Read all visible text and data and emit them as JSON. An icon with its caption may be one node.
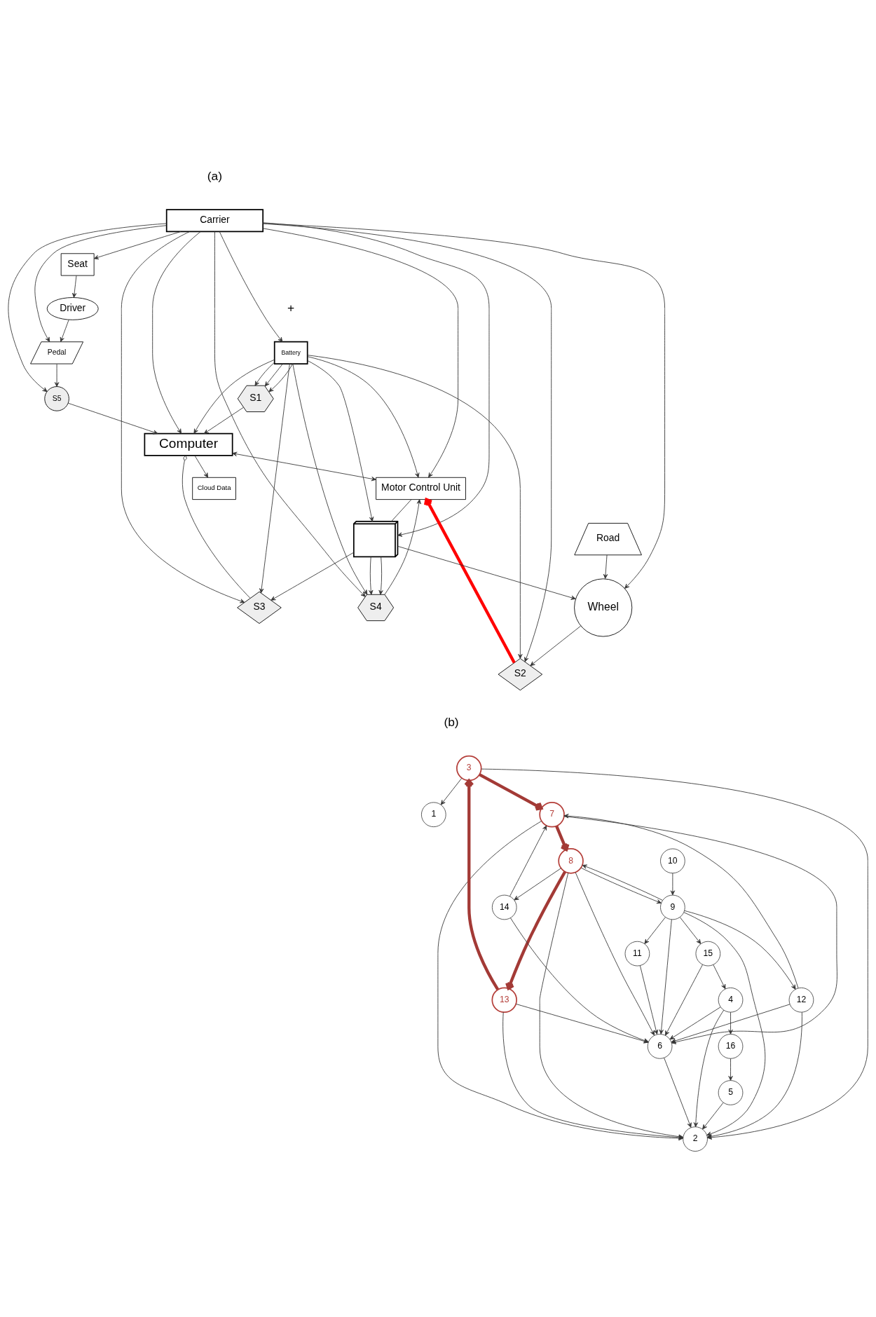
{
  "diagram": {
    "nodes": [
      {
        "text": [
          "Carrier"
        ]
      },
      {
        "text": [
          "Driver"
        ]
      },
      {
        "text": [
          "Cloud Data"
        ]
      },
      {
        "text": [
          "S1"
        ]
      },
      {
        "text": [
          "Pedal"
        ]
      },
      {
        "text": [
          "Computer"
        ]
      },
      {
        "text": [
          "Seat"
        ]
      },
      {
        "text": [
          "S5"
        ]
      },
      {
        "text": [
          "Battery"
        ]
      },
      {
        "text": [
          "S2"
        ]
      },
      {
        "text": [
          "Motor Control Unit"
        ]
      },
      {
        "text": [
          "Wheel"
        ]
      },
      {
        "text": [
          "S4"
        ]
      },
      {
        "text": [
          "S3"
        ]
      },
      {
        "text": [],
        "shape": "picture"
      },
      {
        "text": [
          "Road"
        ]
      },
      {
        "text": [
          "1"
        ]
      },
      {
        "text": [
          "3"
        ]
      },
      {
        "text": [
          "2"
        ]
      },
      {
        "text": [
          "7"
        ]
      },
      {
        "text": [
          "5"
        ]
      },
      {
        "text": [
          "12"
        ]
      },
      {
        "text": [
          "13"
        ]
      },
      {
        "text": [
          "4"
        ]
      },
      {
        "text": [
          "16"
        ]
      },
      {
        "text": [
          "15"
        ]
      },
      {
        "text": [
          "8"
        ]
      },
      {
        "text": [
          "14"
        ]
      },
      {
        "text": [
          "9"
        ]
      },
      {
        "text": [
          "6"
        ]
      },
      {
        "text": [
          "10"
        ]
      },
      {
        "text": [
          "11"
        ]
      }
    ],
    "edges": [
      {
        "from": 0,
        "to": 6,
        "arrow": "to"
      },
      {
        "from": 0,
        "to": 4,
        "arrow": "to"
      },
      {
        "from": 0,
        "to": 7,
        "arrow": "to"
      },
      {
        "from": 0,
        "to": 10,
        "arrow": "to"
      },
      {
        "from": 0,
        "to": 12,
        "arrow": "to"
      },
      {
        "from": 0,
        "to": 5,
        "arrow": "to"
      },
      {
        "from": 0,
        "to": 8,
        "arrow": "to"
      },
      {
        "from": 0,
        "to": 13,
        "arrow": "to"
      },
      {
        "from": 0,
        "to": 9,
        "arrow": "to"
      },
      {
        "from": 0,
        "to": 11,
        "arrow": "to"
      },
      {
        "from": 0,
        "to": 14,
        "arrow": "to"
      },
      {
        "from": 1,
        "to": 4,
        "arrow": "to"
      },
      {
        "from": 6,
        "to": 1,
        "arrow": "to"
      },
      {
        "from": 4,
        "to": 7,
        "arrow": "to"
      },
      {
        "from": 7,
        "to": 5,
        "arrow": "to"
      },
      {
        "from": 5,
        "to": 2,
        "arrow": "to"
      },
      {
        "from": 5,
        "to": 13,
        "arrow": "other"
      },
      {
        "from": 5,
        "to": 10,
        "arrow": "both"
      },
      {
        "from": 3,
        "to": 5,
        "arrow": "to"
      },
      {
        "from": 8,
        "to": 5,
        "arrow": "to"
      },
      {
        "from": 8,
        "to": 3,
        "arrow": "to"
      },
      {
        "from": 8,
        "to": 3,
        "arrow": "to"
      },
      {
        "from": 8,
        "to": 3,
        "arrow": "to"
      },
      {
        "from": 8,
        "to": 9,
        "arrow": "to"
      },
      {
        "from": 9,
        "to": 10,
        "arrow": "to",
        "style": "thick",
        "color": "#ff0000"
      },
      {
        "from": 11,
        "to": 9,
        "arrow": "to"
      },
      {
        "from": 8,
        "to": 13,
        "arrow": "to"
      },
      {
        "from": 8,
        "to": 14,
        "arrow": "to"
      },
      {
        "from": 8,
        "to": 12,
        "arrow": "to"
      },
      {
        "from": 8,
        "to": 10,
        "arrow": "to"
      },
      {
        "from": 14,
        "to": 12,
        "arrow": "to"
      },
      {
        "from": 14,
        "to": 12,
        "arrow": "to"
      },
      {
        "from": 10,
        "to": 14,
        "arrow": "none"
      },
      {
        "from": 12,
        "to": 10,
        "arrow": "to"
      },
      {
        "from": 14,
        "to": 13,
        "arrow": "to"
      },
      {
        "from": 14,
        "to": 11,
        "arrow": "to"
      },
      {
        "from": 15,
        "to": 11,
        "arrow": "to"
      },
      {
        "from": 17,
        "to": 16,
        "arrow": "to"
      },
      {
        "from": 17,
        "to": 18,
        "arrow": "to"
      },
      {
        "from": 17,
        "to": 19,
        "arrow": "to",
        "style": "thick",
        "color": "#a33a36"
      },
      {
        "from": 19,
        "to": 18,
        "arrow": "to"
      },
      {
        "from": 19,
        "to": 26,
        "arrow": "to",
        "style": "thick",
        "color": "#a33a36"
      },
      {
        "from": 19,
        "to": 29,
        "arrow": "to"
      },
      {
        "from": 21,
        "to": 19,
        "arrow": "to"
      },
      {
        "from": 21,
        "to": 18,
        "arrow": "to"
      },
      {
        "from": 21,
        "to": 29,
        "arrow": "to"
      },
      {
        "from": 22,
        "to": 17,
        "arrow": "to",
        "style": "thick",
        "color": "#a33a36"
      },
      {
        "from": 22,
        "to": 18,
        "arrow": "to"
      },
      {
        "from": 22,
        "to": 29,
        "arrow": "to"
      },
      {
        "from": 26,
        "to": 22,
        "arrow": "to",
        "style": "thick",
        "color": "#a33a36"
      },
      {
        "from": 26,
        "to": 18,
        "arrow": "to"
      },
      {
        "from": 26,
        "to": 27,
        "arrow": "to"
      },
      {
        "from": 26,
        "to": 29,
        "arrow": "to"
      },
      {
        "from": 26,
        "to": 28,
        "arrow": "to"
      },
      {
        "from": 28,
        "to": 26,
        "arrow": "to"
      },
      {
        "from": 27,
        "to": 19,
        "arrow": "to"
      },
      {
        "from": 27,
        "to": 29,
        "arrow": "to"
      },
      {
        "from": 28,
        "to": 21,
        "arrow": "to"
      },
      {
        "from": 28,
        "to": 18,
        "arrow": "to"
      },
      {
        "from": 28,
        "to": 29,
        "arrow": "to"
      },
      {
        "from": 28,
        "to": 25,
        "arrow": "to"
      },
      {
        "from": 28,
        "to": 31,
        "arrow": "to"
      },
      {
        "from": 30,
        "to": 28,
        "arrow": "to"
      },
      {
        "from": 31,
        "to": 29,
        "arrow": "to"
      },
      {
        "from": 29,
        "to": 18,
        "arrow": "to"
      },
      {
        "from": 23,
        "to": 29,
        "arrow": "to"
      },
      {
        "from": 23,
        "to": 18,
        "arrow": "to"
      },
      {
        "from": 23,
        "to": 24,
        "arrow": "to"
      },
      {
        "from": 24,
        "to": 20,
        "arrow": "to"
      },
      {
        "from": 20,
        "to": 18,
        "arrow": "to"
      },
      {
        "from": 25,
        "to": 23,
        "arrow": "to"
      },
      {
        "from": 25,
        "to": 29,
        "arrow": "to"
      }
    ],
    "labels": [
      "(a)",
      "+",
      "(b)"
    ]
  }
}
